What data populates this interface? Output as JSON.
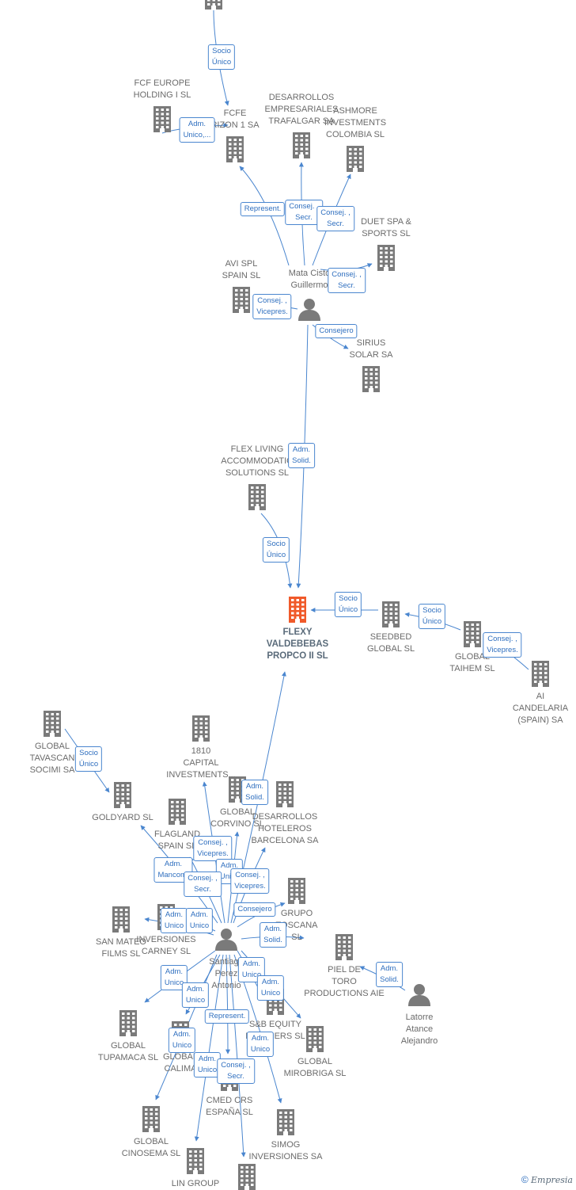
{
  "nodes": [
    {
      "id": "top",
      "label": "",
      "kind": "company"
    },
    {
      "id": "fcf-europe",
      "label": "FCF EUROPE\nHOLDING I  SL",
      "kind": "company"
    },
    {
      "id": "fcfe",
      "label": "FCFE\nRIZON 1 SA",
      "kind": "company"
    },
    {
      "id": "desarrollos-trafalgar",
      "label": "DESARROLLOS\nEMPRESARIALES\nTRAFALGAR SA",
      "kind": "company"
    },
    {
      "id": "ashmore",
      "label": "ASHMORE\nINVESTMENTS\nCOLOMBIA SL",
      "kind": "company"
    },
    {
      "id": "duet",
      "label": "DUET SPA &\nSPORTS SL",
      "kind": "company"
    },
    {
      "id": "avi",
      "label": "AVI SPL\nSPAIN  SL",
      "kind": "company"
    },
    {
      "id": "mata",
      "label": "Mata Cisto\nGuillermo",
      "kind": "person"
    },
    {
      "id": "sirius",
      "label": "SIRIUS\nSOLAR SA",
      "kind": "company"
    },
    {
      "id": "flex-living",
      "label": "FLEX LIVING\nACCOMMODATIO\nSOLUTIONS  SL",
      "kind": "company"
    },
    {
      "id": "flexy",
      "label": "FLEXY\nVALDEBEBAS\nPROPCO II  SL",
      "kind": "main"
    },
    {
      "id": "seedbed",
      "label": "SEEDBED\nGLOBAL  SL",
      "kind": "company"
    },
    {
      "id": "global-taihem",
      "label": "GLOBAL\nTAIHEM SL",
      "kind": "company"
    },
    {
      "id": "ai-candelaria",
      "label": "AI\nCANDELARIA\n(SPAIN) SA",
      "kind": "company"
    },
    {
      "id": "global-tavascan",
      "label": "GLOBAL\nTAVASCAN\nSOCIMI SA",
      "kind": "company"
    },
    {
      "id": "capital-1810",
      "label": "1810\nCAPITAL\nINVESTMENTS...",
      "kind": "company"
    },
    {
      "id": "goldyard",
      "label": "GOLDYARD SL",
      "kind": "company"
    },
    {
      "id": "global-corvino",
      "label": "GLOBAL\nCORVINO SL",
      "kind": "company"
    },
    {
      "id": "desarrollos-barcelona",
      "label": "DESARROLLOS\nHOTELEROS\nBARCELONA SA",
      "kind": "company"
    },
    {
      "id": "flagland",
      "label": "FLAGLAND\nSPAIN SL",
      "kind": "company"
    },
    {
      "id": "grupo-toscana",
      "label": "GRUPO\nTOSCANA\nSL",
      "kind": "company"
    },
    {
      "id": "san-mateo",
      "label": "SAN MATEO\nFILMS SL",
      "kind": "company"
    },
    {
      "id": "inversiones-carney",
      "label": "INVERSIONES\nCARNEY SL",
      "kind": "company"
    },
    {
      "id": "santiago",
      "label": "Santiago\nPerez\nAntonio",
      "kind": "person"
    },
    {
      "id": "piel-de-toro",
      "label": "PIEL DE\nTORO\nPRODUCTIONS AIE",
      "kind": "company"
    },
    {
      "id": "latorre",
      "label": "Latorre\nAtance\nAlejandro",
      "kind": "person"
    },
    {
      "id": "sb-equity",
      "label": "S&B EQUITY\nPARTNERS  SL",
      "kind": "company"
    },
    {
      "id": "global-tupamaca",
      "label": "GLOBAL\nTUPAMACA SL",
      "kind": "company"
    },
    {
      "id": "global-calima",
      "label": "GLOBAL\nCALIMA",
      "kind": "company"
    },
    {
      "id": "global-mirobriga",
      "label": "GLOBAL\nMIROBRIGA SL",
      "kind": "company"
    },
    {
      "id": "cmed",
      "label": "CMED CRS\nESPAÑA  SL",
      "kind": "company"
    },
    {
      "id": "global-cinosema",
      "label": "GLOBAL\nCINOSEMA SL",
      "kind": "company"
    },
    {
      "id": "simog",
      "label": "SIMOG\nINVERSIONES SA",
      "kind": "company"
    },
    {
      "id": "lin-group",
      "label": "LIN GROUP",
      "kind": "company"
    },
    {
      "id": "bottom",
      "label": "",
      "kind": "company"
    }
  ],
  "edges": [
    {
      "from": "top",
      "to": "fcfe",
      "label": "Socio\nÚnico"
    },
    {
      "from": "fcf-europe",
      "to": "fcfe",
      "label": "Adm.\nUnico,..."
    },
    {
      "from": "mata",
      "to": "fcfe",
      "label": "Represent."
    },
    {
      "from": "mata",
      "to": "desarrollos-trafalgar",
      "label": "Consej. ,\nSecr."
    },
    {
      "from": "mata",
      "to": "ashmore",
      "label": "Consej. ,\nSecr."
    },
    {
      "from": "mata",
      "to": "duet",
      "label": "Consej. ,\nSecr."
    },
    {
      "from": "mata",
      "to": "avi",
      "label": "Consej. ,\nVicepres."
    },
    {
      "from": "mata",
      "to": "sirius",
      "label": "Consejero"
    },
    {
      "from": "mata",
      "to": "flexy",
      "label": "Adm.\nSolid."
    },
    {
      "from": "flex-living",
      "to": "flexy",
      "label": "Socio\nÚnico"
    },
    {
      "from": "seedbed",
      "to": "flexy",
      "label": "Socio\nÚnico"
    },
    {
      "from": "global-taihem",
      "to": "seedbed",
      "label": "Socio\nÚnico"
    },
    {
      "from": "ai-candelaria",
      "to": "global-taihem",
      "label": "Consej. ,\nVicepres."
    },
    {
      "from": "santiago",
      "to": "flexy",
      "label": "Adm.\nSolid."
    },
    {
      "from": "global-tavascan",
      "to": "goldyard",
      "label": "Socio\nÚnico"
    },
    {
      "from": "santiago",
      "to": "capital-1810",
      "label": "Consej. ,\nVicepres."
    },
    {
      "from": "santiago",
      "to": "goldyard",
      "label": "Adm.\nMancom."
    },
    {
      "from": "santiago",
      "to": "global-corvino",
      "label": "Adm.\nUnico"
    },
    {
      "from": "santiago",
      "to": "desarrollos-barcelona",
      "label": "Consej. ,\nVicepres."
    },
    {
      "from": "santiago",
      "to": "flagland",
      "label": "Consej. ,\nSecr."
    },
    {
      "from": "santiago",
      "to": "grupo-toscana",
      "label": "Consejero"
    },
    {
      "from": "santiago",
      "to": "san-mateo",
      "label": "Adm.\nUnico"
    },
    {
      "from": "santiago",
      "to": "inversiones-carney",
      "label": "Adm.\nUnico"
    },
    {
      "from": "santiago",
      "to": "piel-de-toro",
      "label": "Adm.\nSolid."
    },
    {
      "from": "latorre",
      "to": "piel-de-toro",
      "label": "Adm.\nSolid."
    },
    {
      "from": "santiago",
      "to": "sb-equity",
      "label": "Adm.\nUnico"
    },
    {
      "from": "santiago",
      "to": "global-mirobriga",
      "label": "Adm.\nUnico"
    },
    {
      "from": "santiago",
      "to": "global-tupamaca",
      "label": "Adm.\nUnico"
    },
    {
      "from": "santiago",
      "to": "global-calima",
      "label": "Adm.\nUnico"
    },
    {
      "from": "santiago",
      "to": "cmed",
      "label": "Represent."
    },
    {
      "from": "santiago",
      "to": "global-cinosema",
      "label": "Adm.\nUnico"
    },
    {
      "from": "santiago",
      "to": "simog",
      "label": "Adm.\nUnico"
    },
    {
      "from": "santiago",
      "to": "lin-group",
      "label": "Adm.\nUnico"
    },
    {
      "from": "santiago",
      "to": "bottom",
      "label": "Consej. ,\nSecr."
    }
  ],
  "colors": {
    "edge": "#4a86cf",
    "building": "#7a7a7a",
    "main_building": "#f05a2a",
    "person": "#7a7a7a"
  },
  "copyright": {
    "symbol": "©",
    "brand": "Empresia"
  }
}
